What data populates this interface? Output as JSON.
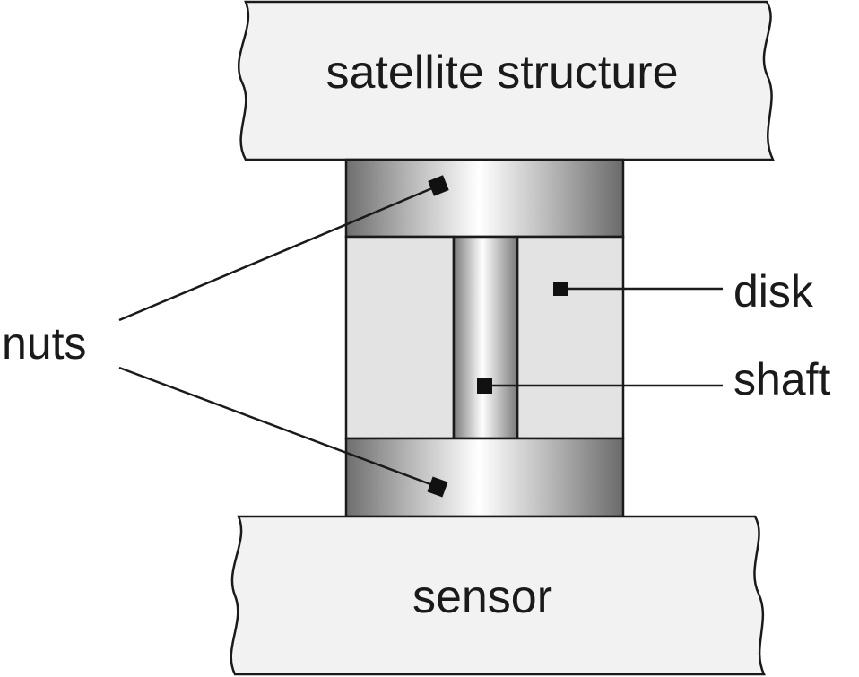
{
  "labels": {
    "top_block": "satellite structure",
    "bottom_block": "sensor",
    "nuts": "nuts",
    "disk": "disk",
    "shaft": "shaft"
  },
  "colors": {
    "block_fill": "#f2f2f2",
    "disk_fill": "#e3e3e3",
    "metal_dark": "#7a7a7a",
    "metal_light": "#ffffff",
    "outline": "#1a1a1a",
    "marker": "#111111"
  }
}
